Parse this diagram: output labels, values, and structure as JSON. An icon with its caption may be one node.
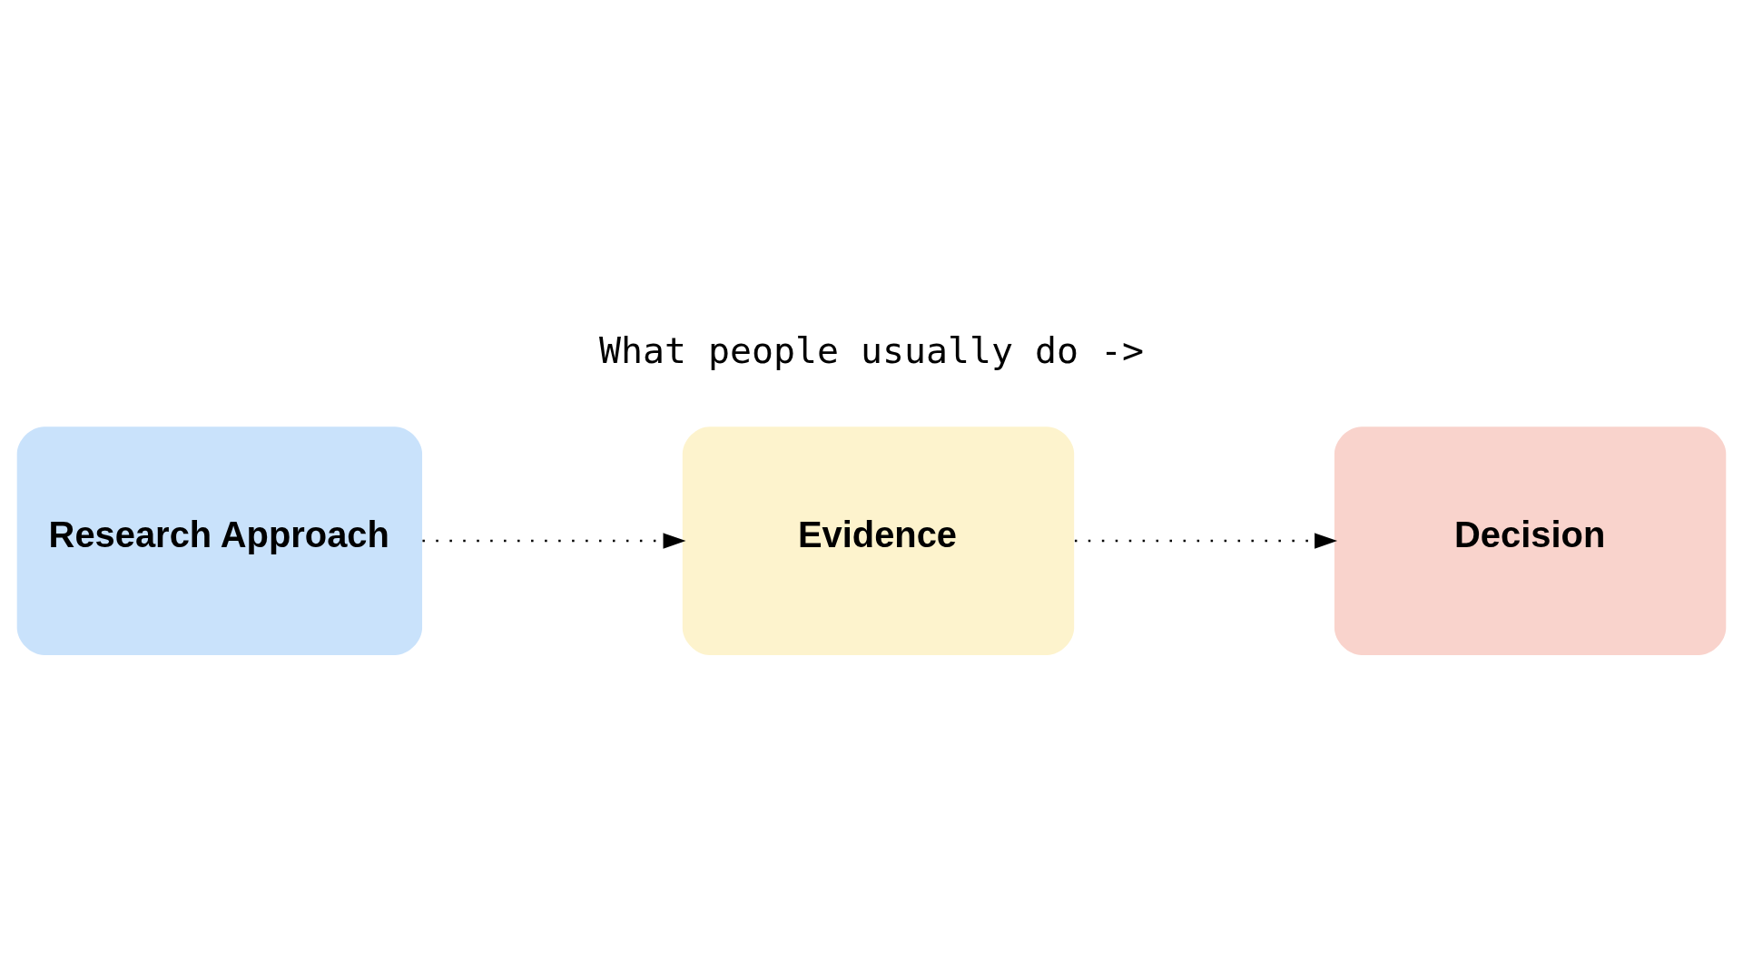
{
  "diagram": {
    "title": "What people usually do ->",
    "nodes": [
      {
        "text": [
          "Research Approach"
        ]
      },
      {
        "text": [
          "Evidence"
        ]
      },
      {
        "text": [
          "Decision"
        ]
      }
    ],
    "edges": [
      {
        "from": 0,
        "to": 1,
        "arrow": "to",
        "style": "dashed"
      },
      {
        "from": 1,
        "to": 2,
        "arrow": "to",
        "style": "dashed"
      }
    ]
  }
}
